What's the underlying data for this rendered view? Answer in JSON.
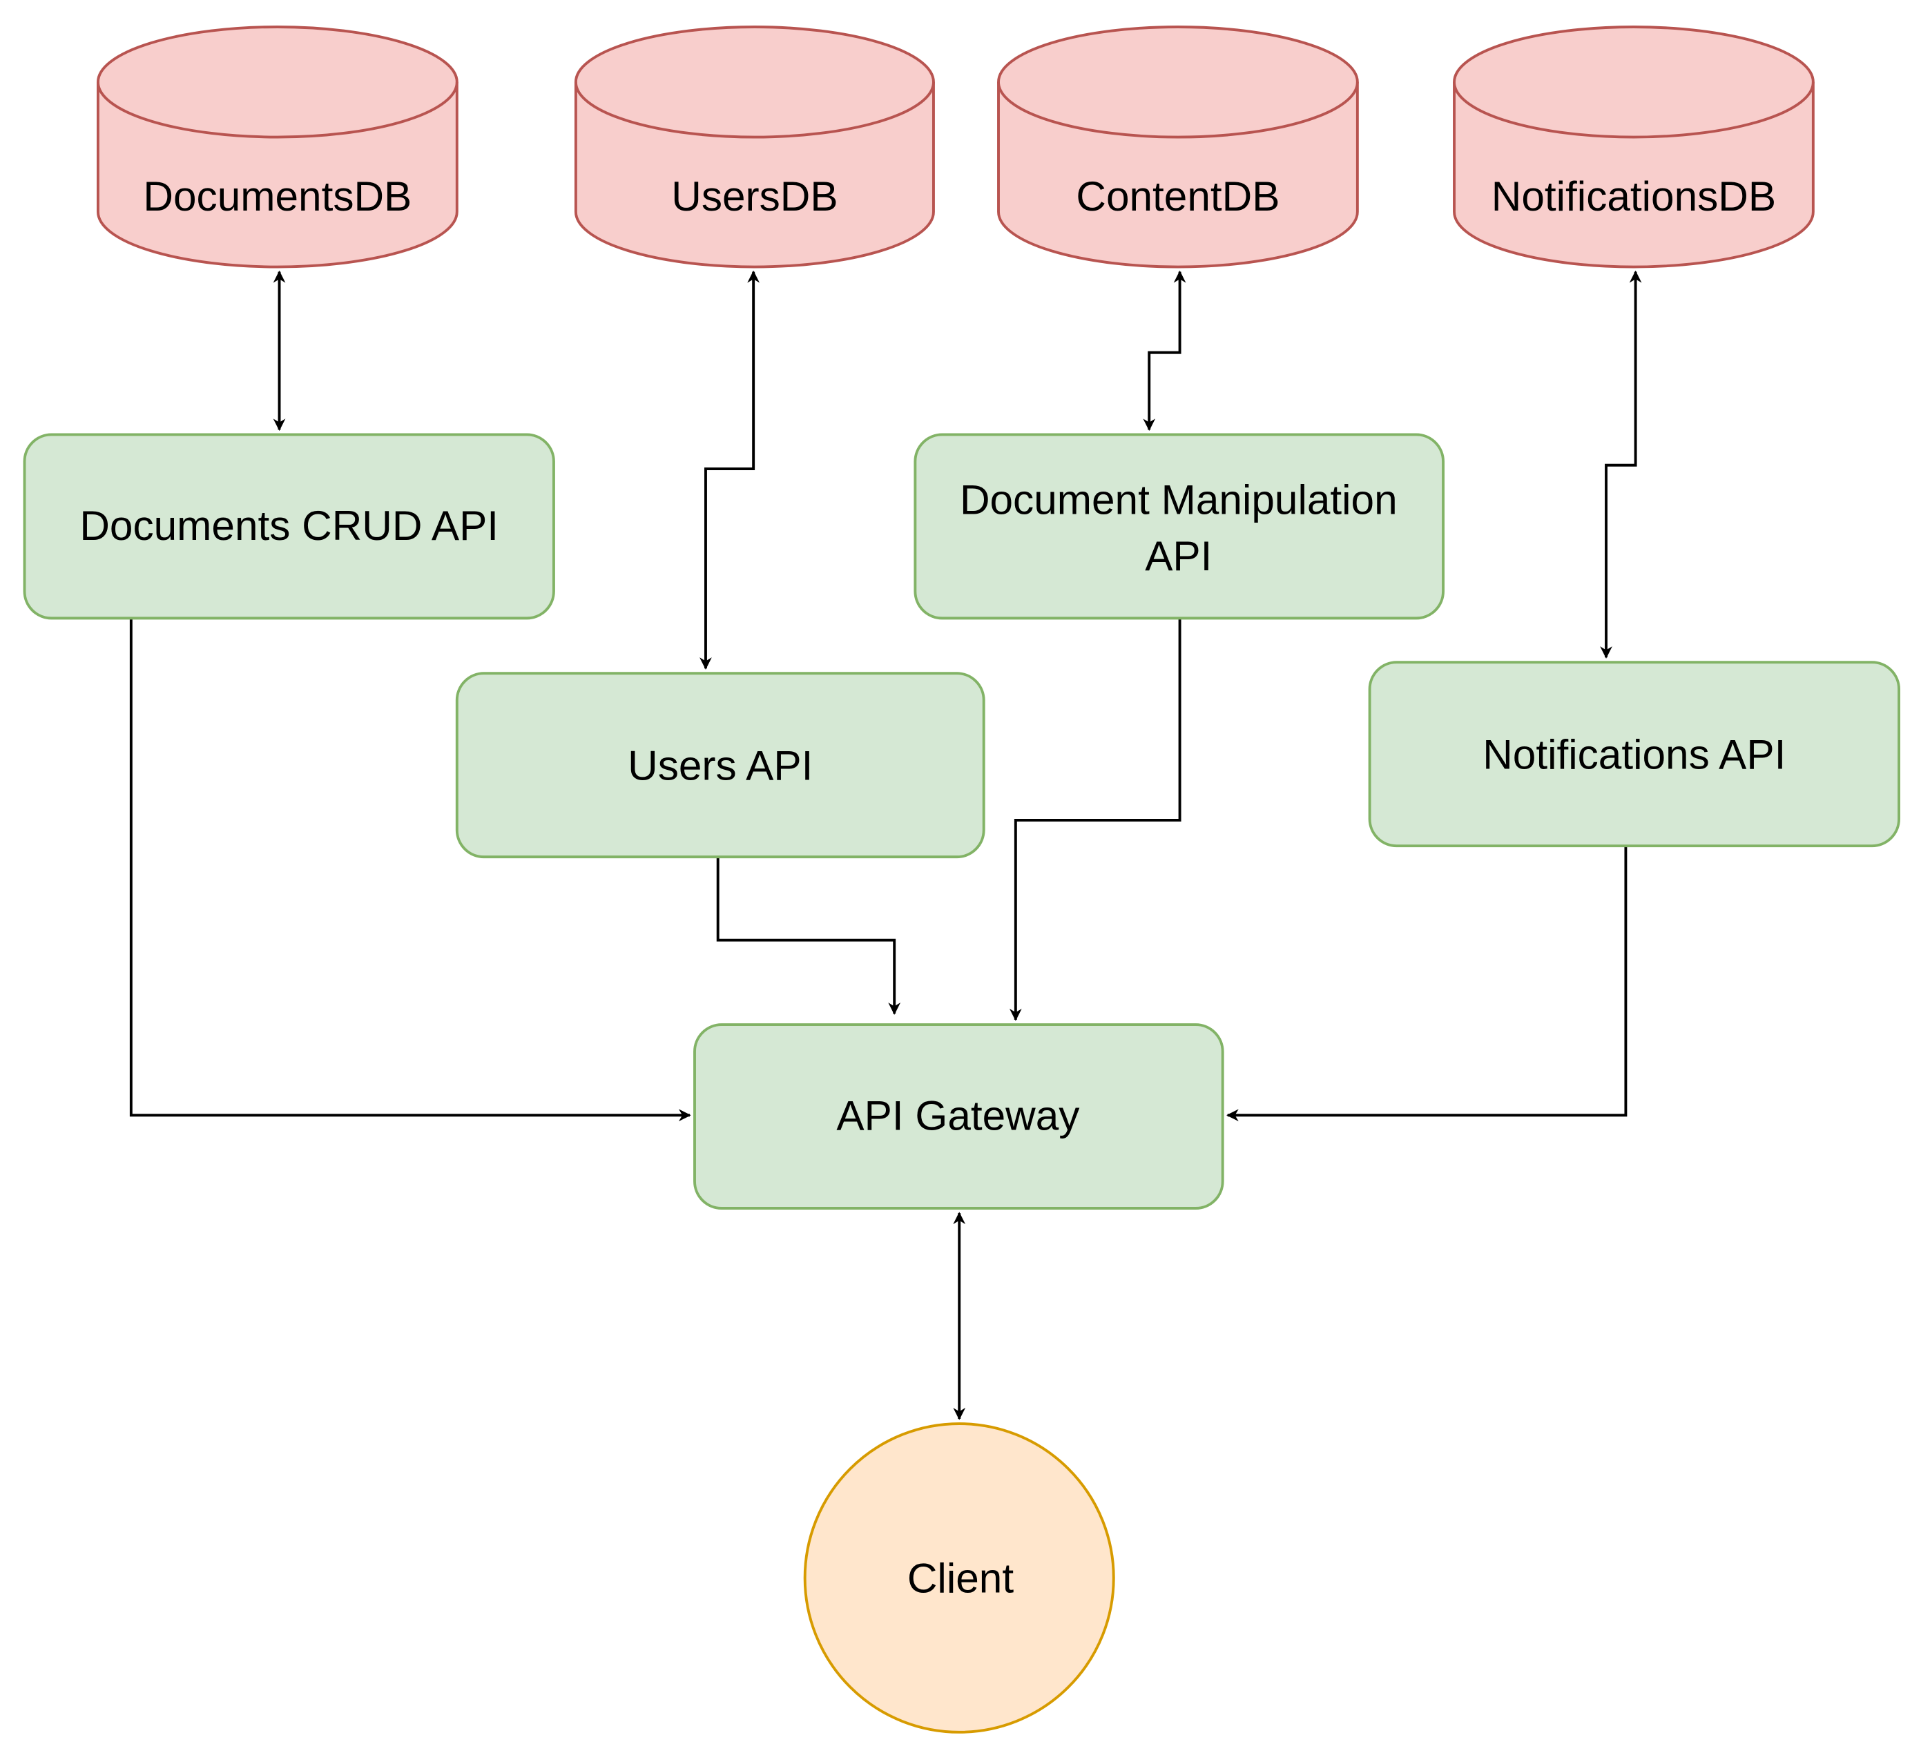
{
  "diagram": {
    "title": "",
    "colors": {
      "database_fill": "#f8cecc",
      "database_stroke": "#b85450",
      "service_fill": "#d5e8d4",
      "service_stroke": "#82b366",
      "client_fill": "#ffe6cc",
      "client_stroke": "#d79b00",
      "edge": "#000000"
    },
    "nodes": {
      "documents_db": {
        "label": "DocumentsDB",
        "type": "database"
      },
      "users_db": {
        "label": "UsersDB",
        "type": "database"
      },
      "content_db": {
        "label": "ContentDB",
        "type": "database"
      },
      "notifications_db": {
        "label": "NotificationsDB",
        "type": "database"
      },
      "documents_crud_api": {
        "label": "Documents CRUD API",
        "type": "service"
      },
      "users_api": {
        "label": "Users API",
        "type": "service"
      },
      "document_manipulation_api": {
        "label_line1": "Document Manipulation",
        "label_line2": "API",
        "type": "service"
      },
      "notifications_api": {
        "label": "Notifications API",
        "type": "service"
      },
      "api_gateway": {
        "label": "API Gateway",
        "type": "service"
      },
      "client": {
        "label": "Client",
        "type": "actor"
      }
    },
    "edges": [
      {
        "from": "documents_db",
        "to": "documents_crud_api",
        "direction": "both"
      },
      {
        "from": "users_db",
        "to": "users_api",
        "direction": "both"
      },
      {
        "from": "content_db",
        "to": "document_manipulation_api",
        "direction": "both"
      },
      {
        "from": "notifications_db",
        "to": "notifications_api",
        "direction": "both"
      },
      {
        "from": "documents_crud_api",
        "to": "api_gateway",
        "direction": "forward"
      },
      {
        "from": "users_api",
        "to": "api_gateway",
        "direction": "forward"
      },
      {
        "from": "document_manipulation_api",
        "to": "api_gateway",
        "direction": "forward"
      },
      {
        "from": "notifications_api",
        "to": "api_gateway",
        "direction": "forward"
      },
      {
        "from": "api_gateway",
        "to": "client",
        "direction": "both"
      }
    ]
  }
}
